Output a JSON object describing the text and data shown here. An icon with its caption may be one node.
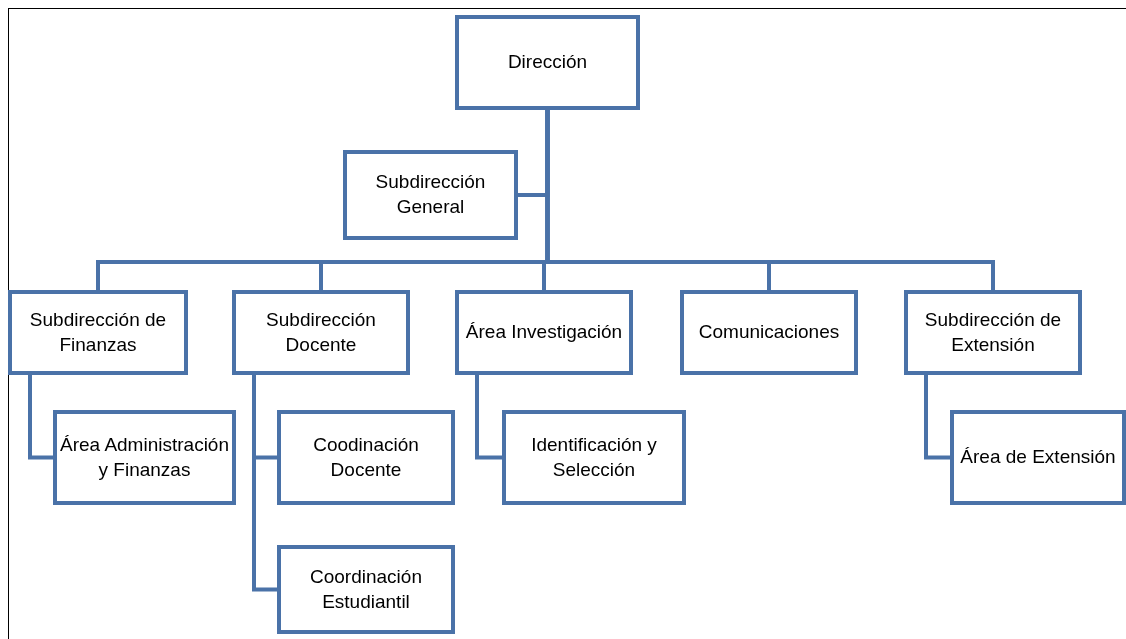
{
  "diagram": {
    "nodes": [
      {
        "text": [
          "Dirección"
        ]
      },
      {
        "text": [
          "Subdirección General"
        ]
      },
      {
        "text": [
          "Subdirección de Finanzas"
        ]
      },
      {
        "text": [
          "Subdirección Docente"
        ]
      },
      {
        "text": [
          "Área Investigación"
        ]
      },
      {
        "text": [
          "Comunicaciones"
        ]
      },
      {
        "text": [
          "Subdirección de Extensión"
        ]
      },
      {
        "text": [
          "Área Administración y Finanzas"
        ]
      },
      {
        "text": [
          "Coodinación Docente"
        ]
      },
      {
        "text": [
          "Coordinación Estudiantil"
        ]
      },
      {
        "text": [
          "Identificación y Selección"
        ]
      },
      {
        "text": [
          "Área de Extensión"
        ]
      }
    ],
    "edges": [
      {
        "from": 0,
        "to": 1,
        "arrow": "none"
      },
      {
        "from": 0,
        "to": 2,
        "arrow": "none"
      },
      {
        "from": 0,
        "to": 3,
        "arrow": "none"
      },
      {
        "from": 0,
        "to": 4,
        "arrow": "none"
      },
      {
        "from": 0,
        "to": 5,
        "arrow": "none"
      },
      {
        "from": 0,
        "to": 6,
        "arrow": "none"
      },
      {
        "from": 2,
        "to": 7,
        "arrow": "none"
      },
      {
        "from": 3,
        "to": 8,
        "arrow": "none"
      },
      {
        "from": 3,
        "to": 9,
        "arrow": "none"
      },
      {
        "from": 4,
        "to": 10,
        "arrow": "none"
      },
      {
        "from": 6,
        "to": 11,
        "arrow": "none"
      }
    ]
  }
}
